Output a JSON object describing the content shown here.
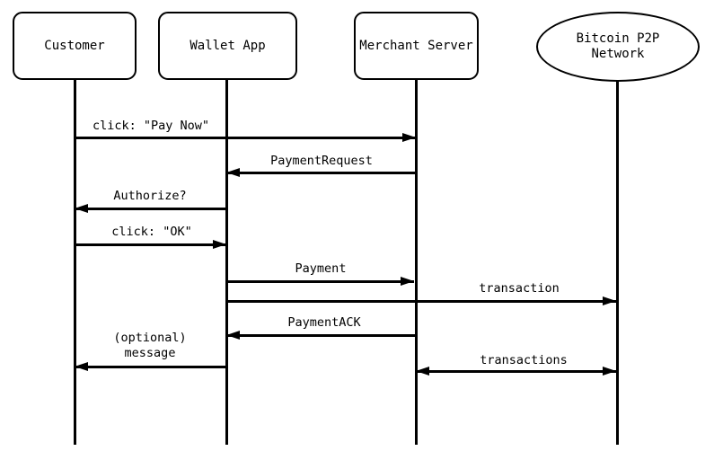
{
  "actors": [
    {
      "label": "Customer",
      "shape": "rounded-rect"
    },
    {
      "label": "Wallet App",
      "shape": "rounded-rect"
    },
    {
      "label": "Merchant Server",
      "shape": "rounded-rect"
    },
    {
      "label": "Bitcoin P2P\nNetwork",
      "shape": "ellipse"
    }
  ],
  "messages": [
    {
      "label": "click: \"Pay Now\"",
      "from": "Customer",
      "to": "Merchant Server",
      "direction": "right"
    },
    {
      "label": "PaymentRequest",
      "from": "Merchant Server",
      "to": "Wallet App",
      "direction": "left"
    },
    {
      "label": "Authorize?",
      "from": "Wallet App",
      "to": "Customer",
      "direction": "left"
    },
    {
      "label": "click: \"OK\"",
      "from": "Customer",
      "to": "Wallet App",
      "direction": "right"
    },
    {
      "label": "Payment",
      "from": "Wallet App",
      "to": "Merchant Server",
      "direction": "right"
    },
    {
      "label": "transaction",
      "from": "Wallet App",
      "to": "Bitcoin P2P Network",
      "direction": "right"
    },
    {
      "label": "PaymentACK",
      "from": "Merchant Server",
      "to": "Wallet App",
      "direction": "left"
    },
    {
      "label": "(optional)\nmessage",
      "from": "Wallet App",
      "to": "Customer",
      "direction": "left"
    },
    {
      "label": "transactions",
      "from": "Merchant Server",
      "to": "Bitcoin P2P Network",
      "direction": "both"
    }
  ],
  "colors": {
    "stroke": "#000000",
    "background": "#ffffff"
  }
}
